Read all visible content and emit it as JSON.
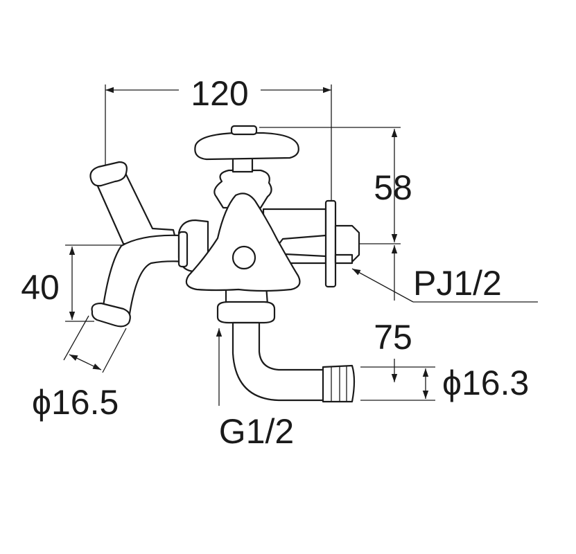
{
  "dimensions": {
    "width": "120",
    "height_upper": "58",
    "height_lower": "75",
    "drop": "40",
    "dia_left": "ϕ16.5",
    "dia_right": "ϕ16.3",
    "thread_inlet": "PJ1/2",
    "thread_outlet": "G1/2"
  },
  "colors": {
    "line": "#1a1a1a",
    "background": "#ffffff"
  }
}
